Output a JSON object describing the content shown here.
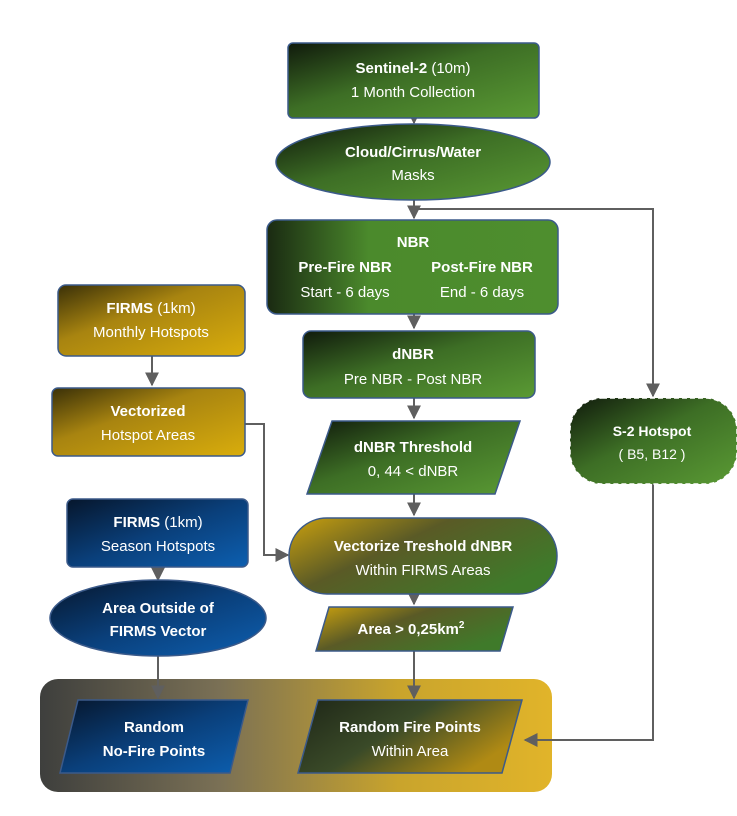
{
  "sentinel": {
    "title": "Sentinel-2",
    "res": " (10m)",
    "line2": "1 Month Collection"
  },
  "masks": {
    "line1": "Cloud/Cirrus/Water",
    "line2": "Masks"
  },
  "nbr": {
    "title": "NBR",
    "pre_title": "Pre-Fire NBR",
    "pre_range": "Start - 6 days",
    "post_title": "Post-Fire NBR",
    "post_range": "End - 6 days"
  },
  "dnbr": {
    "title": "dNBR",
    "line2": "Pre NBR - Post NBR"
  },
  "threshold": {
    "title": "dNBR Threshold",
    "line2": "0, 44 < dNBR"
  },
  "vectorize": {
    "line1": "Vectorize Treshold dNBR",
    "line2": "Within FIRMS Areas"
  },
  "area": {
    "label": "Area  > 0,25km",
    "sup": "2"
  },
  "firms_monthly": {
    "title": "FIRMS",
    "res": "  (1km)",
    "line2": "Monthly Hotspots"
  },
  "vectorized": {
    "title": "Vectorized",
    "line2": "Hotspot Areas"
  },
  "firms_season": {
    "title": "FIRMS",
    "res": "  (1km)",
    "line2": "Season Hotspots"
  },
  "outside": {
    "line1": "Area Outside of",
    "line2": "FIRMS Vector"
  },
  "s2_hotspot": {
    "title": "S-2 Hotspot",
    "line2": "( B5, B12 )"
  },
  "random_nofire": {
    "line1": "Random",
    "line2": "No-Fire Points"
  },
  "random_fire": {
    "line1": "Random Fire Points",
    "line2": "Within Area"
  },
  "colors": {
    "green_dark": "#1d2a14",
    "green": "#4b8a2c",
    "gold": "#c9a10c",
    "gold_dark": "#6e5a0a",
    "blue": "#0b5aa8",
    "blue_dark": "#071d3a",
    "connector": "#5f5f5f"
  }
}
